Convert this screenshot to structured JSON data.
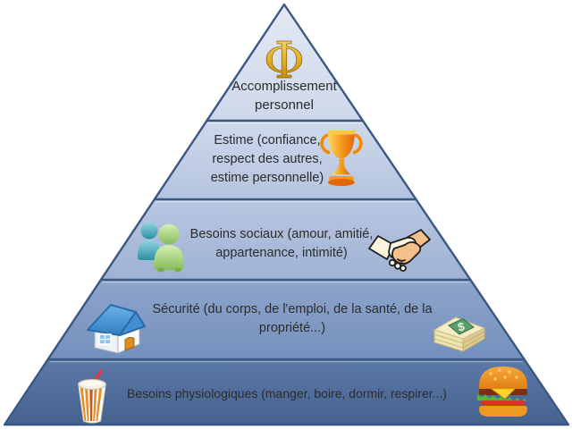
{
  "pyramid": {
    "levels": [
      {
        "id": "accomplissement-personnel",
        "lines": [
          "Accomplissement",
          "personnel"
        ],
        "icons": [
          "phi-icon"
        ],
        "fill_top": "#e4e9f4",
        "fill_bottom": "#cdd8ea"
      },
      {
        "id": "estime",
        "lines": [
          "Estime (confiance,",
          "respect des autres,",
          "estime personnelle)"
        ],
        "icons": [
          "trophy-icon"
        ],
        "fill_top": "#cfd9ec",
        "fill_bottom": "#b4c3de"
      },
      {
        "id": "besoins-sociaux",
        "lines": [
          "Besoins sociaux (amour, amitié,",
          "appartenance, intimité)"
        ],
        "icons": [
          "people-icon",
          "handshake-icon"
        ],
        "fill_top": "#b9c7e1",
        "fill_bottom": "#9fb2d4"
      },
      {
        "id": "securite",
        "lines": [
          "Sécurité (du corps, de l'emploi, de la santé, de la",
          "propriété...)"
        ],
        "icons": [
          "house-icon",
          "money-icon"
        ],
        "fill_top": "#8ea5cb",
        "fill_bottom": "#7490bd"
      },
      {
        "id": "besoins-physiologiques",
        "lines": [
          "Besoins physiologiques (manger, boire, dormir, respirer...)"
        ],
        "icons": [
          "drink-icon",
          "burger-icon"
        ],
        "fill_top": "#5b79a8",
        "fill_bottom": "#46628e"
      }
    ],
    "phi_symbol": "Φ",
    "money_symbol": "$",
    "border_color": "#3b5784",
    "separator_color": "#3b5784",
    "text_color": "#2b2b2b",
    "background_color": "#ffffff",
    "gold_color": "#d9a41e"
  }
}
